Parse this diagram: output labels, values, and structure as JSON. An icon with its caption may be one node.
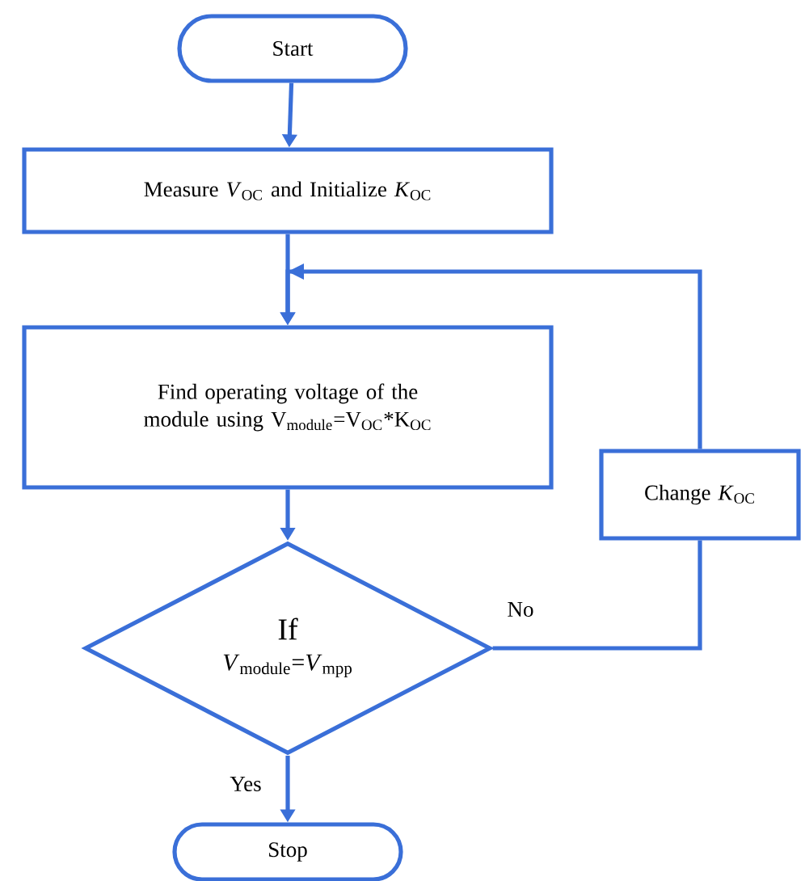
{
  "diagram": {
    "nodes": [
      {
        "text": [
          "Start"
        ]
      },
      {
        "text": [
          "Measure *V*$_{OC}$ and Initialize *K*$_{OC}$"
        ]
      },
      {
        "text": [
          "Find operating voltage of the module using V$_{module}$=V$_{OC}$*K$_{OC}$"
        ]
      },
      {
        "text": [
          "If",
          "*V*$_{module}$=*V*$_{mpp}$"
        ]
      },
      {
        "text": [
          "Change *K*$_{OC}$"
        ]
      },
      {
        "text": [
          "Stop"
        ]
      }
    ],
    "edges": [
      {
        "from": 0,
        "to": 1,
        "arrow": "to"
      },
      {
        "from": 1,
        "to": 2,
        "arrow": "to"
      },
      {
        "from": 2,
        "to": 3,
        "arrow": "to"
      },
      {
        "from": 3,
        "to": 4,
        "arrow": "none",
        "label": "No"
      },
      {
        "from": 4,
        "to": 2,
        "arrow": "to"
      },
      {
        "from": 3,
        "to": 5,
        "arrow": "to",
        "label": "Yes"
      }
    ]
  }
}
